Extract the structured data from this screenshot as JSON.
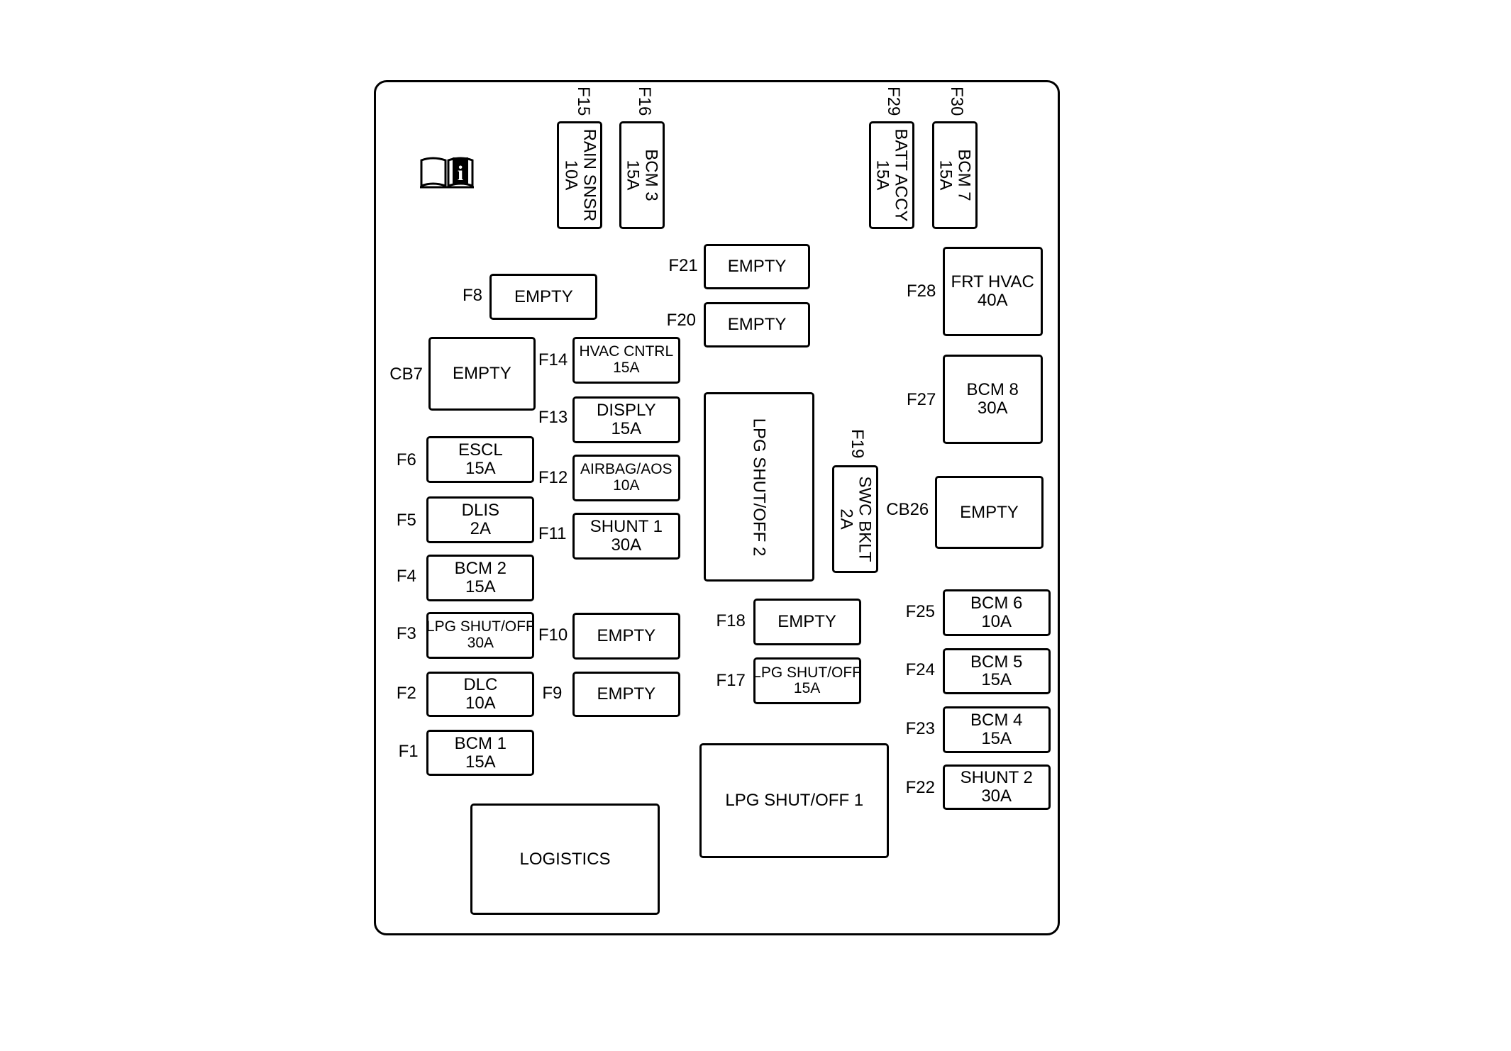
{
  "fuses": [
    {
      "id": "F15",
      "lines": [
        "RAIN SNSR",
        "10A"
      ]
    },
    {
      "id": "F16",
      "lines": [
        "BCM 3",
        "15A"
      ]
    },
    {
      "id": "F29",
      "lines": [
        "BATT ACCY",
        "15A"
      ]
    },
    {
      "id": "F30",
      "lines": [
        "BCM 7",
        "15A"
      ]
    },
    {
      "id": "F21",
      "lines": [
        "EMPTY"
      ]
    },
    {
      "id": "F20",
      "lines": [
        "EMPTY"
      ]
    },
    {
      "id": "F28",
      "lines": [
        "FRT HVAC",
        "40A"
      ]
    },
    {
      "id": "F8",
      "lines": [
        "EMPTY"
      ]
    },
    {
      "id": "CB7",
      "lines": [
        "EMPTY"
      ]
    },
    {
      "id": "F14",
      "lines": [
        "HVAC CNTRL",
        "15A"
      ]
    },
    {
      "id": "F13",
      "lines": [
        "DISPLY",
        "15A"
      ]
    },
    {
      "id": "F27",
      "lines": [
        "BCM 8",
        "30A"
      ]
    },
    {
      "id": "LPG2",
      "lines": [
        "LPG SHUT/OFF 2"
      ]
    },
    {
      "id": "F19",
      "lines": [
        "SWC BKLT",
        "2A"
      ]
    },
    {
      "id": "F6",
      "lines": [
        "ESCL",
        "15A"
      ]
    },
    {
      "id": "F12",
      "lines": [
        "AIRBAG/AOS",
        "10A"
      ]
    },
    {
      "id": "CB26",
      "lines": [
        "EMPTY"
      ]
    },
    {
      "id": "F5",
      "lines": [
        "DLIS",
        "2A"
      ]
    },
    {
      "id": "F11",
      "lines": [
        "SHUNT 1",
        "30A"
      ]
    },
    {
      "id": "F4",
      "lines": [
        "BCM 2",
        "15A"
      ]
    },
    {
      "id": "F3",
      "lines": [
        "LPG SHUT/OFF",
        "30A"
      ]
    },
    {
      "id": "F10",
      "lines": [
        "EMPTY"
      ]
    },
    {
      "id": "F18",
      "lines": [
        "EMPTY"
      ]
    },
    {
      "id": "F25",
      "lines": [
        "BCM 6",
        "10A"
      ]
    },
    {
      "id": "F17",
      "lines": [
        "LPG SHUT/OFF",
        "15A"
      ]
    },
    {
      "id": "F24",
      "lines": [
        "BCM 5",
        "15A"
      ]
    },
    {
      "id": "F2",
      "lines": [
        "DLC",
        "10A"
      ]
    },
    {
      "id": "F9",
      "lines": [
        "EMPTY"
      ]
    },
    {
      "id": "F23",
      "lines": [
        "BCM 4",
        "15A"
      ]
    },
    {
      "id": "F1",
      "lines": [
        "BCM 1",
        "15A"
      ]
    },
    {
      "id": "LPG1",
      "lines": [
        "LPG SHUT/OFF 1"
      ]
    },
    {
      "id": "F22",
      "lines": [
        "SHUNT 2",
        "30A"
      ]
    },
    {
      "id": "LOG",
      "lines": [
        "LOGISTICS"
      ]
    }
  ],
  "slot_labels": [
    "F15",
    "F16",
    "F29",
    "F30",
    "F21",
    "F20",
    "F28",
    "F8",
    "CB7",
    "F14",
    "F13",
    "F27",
    "F19",
    "F6",
    "F12",
    "CB26",
    "F5",
    "F11",
    "F4",
    "F3",
    "F10",
    "F18",
    "F25",
    "F17",
    "F24",
    "F2",
    "F9",
    "F23",
    "F1",
    "F22"
  ],
  "icon": {
    "name": "owner-manual-info-icon",
    "glyph": "i"
  }
}
